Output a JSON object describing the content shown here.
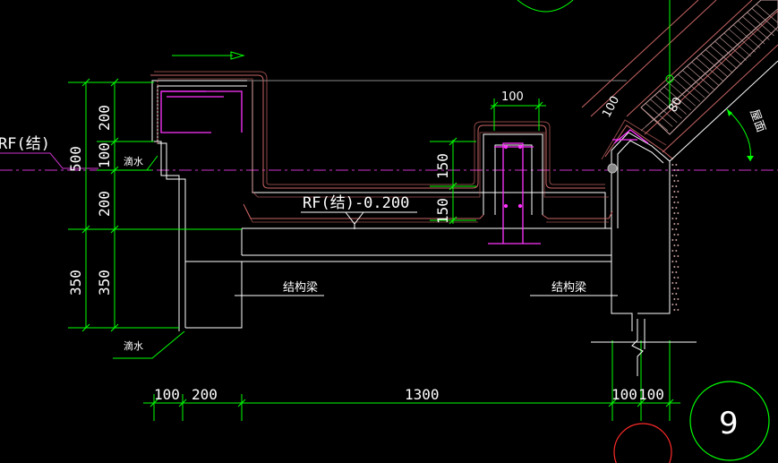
{
  "colors": {
    "background": "#000000",
    "dimension": "#00ff00",
    "outline": "#ffffff",
    "waterproof": "#c86464",
    "rebar": "#ff33ff",
    "centerline": "#cc33cc",
    "detail_circle": "#00ff00",
    "red_circle": "#ff2a2a",
    "insulation": "#c8a0a0"
  },
  "labels": {
    "rf_left": "RF(结)",
    "rf_level": "RF(结)-0.200",
    "drip_upper": "滴水",
    "drip_lower": "滴水",
    "beam_left": "结构梁",
    "beam_right": "结构梁",
    "roof_slope": "屋面",
    "detail_number": "9"
  },
  "dims_left": [
    "200",
    "500",
    "100",
    "200",
    "350",
    "350"
  ],
  "dims_bottom": [
    "100",
    "200",
    "1300",
    "100",
    "100"
  ],
  "dims_upstand": [
    "100",
    "150",
    "150"
  ],
  "dims_roof": [
    "100",
    "80"
  ]
}
